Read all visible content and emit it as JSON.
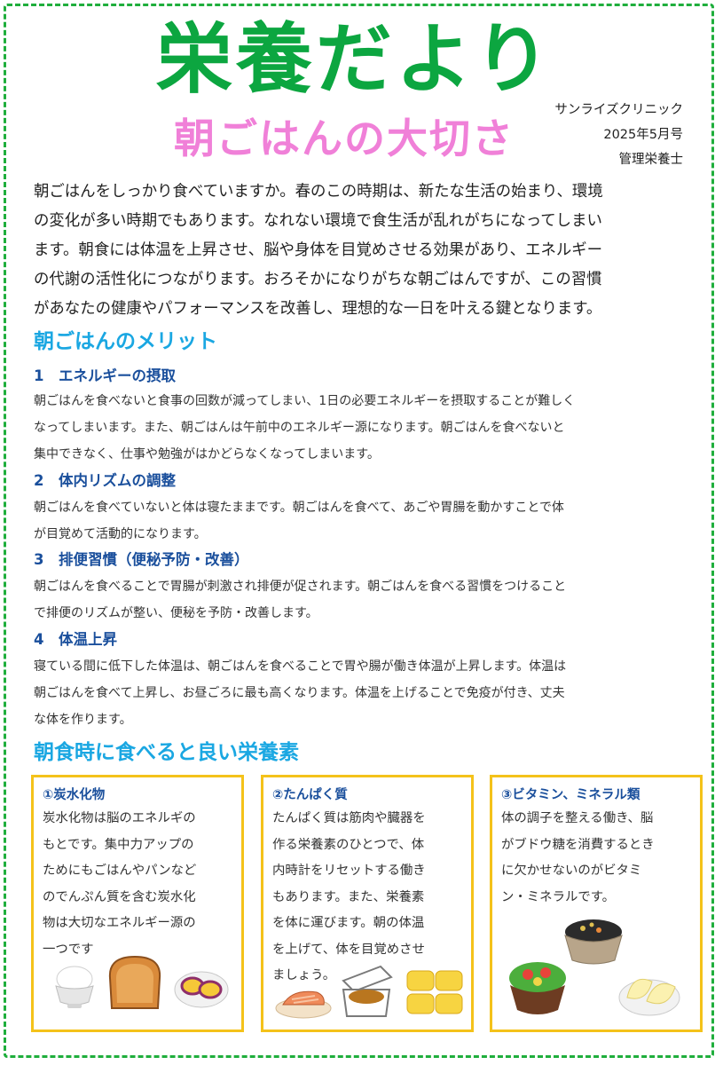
{
  "title": "栄養だより",
  "subtitle": "朝ごはんの大切さ",
  "meta": {
    "clinic": "サンライズクリニック",
    "issue": "2025年5月号",
    "author": "管理栄養士"
  },
  "intro_lines": [
    "朝ごはんをしっかり食べていますか。春のこの時期は、新たな生活の始まり、環境",
    "の変化が多い時期でもあります。なれない環境で食生活が乱れがちになってしまい",
    "ます。朝食には体温を上昇させ、脳や身体を目覚めさせる効果があり、エネルギー",
    "の代謝の活性化につながります。おろそかになりがちな朝ごはんですが、この習慣",
    "があなたの健康やパフォーマンスを改善し、理想的な一日を叶える鍵となります。"
  ],
  "merits": {
    "heading": "朝ごはんのメリット",
    "items": [
      {
        "num": "1",
        "title": "エネルギーの摂取",
        "lines": [
          "朝ごはんを食べないと食事の回数が減ってしまい、1日の必要エネルギーを摂取することが難しく",
          "なってしまいます。また、朝ごはんは午前中のエネルギー源になります。朝ごはんを食べないと",
          "集中できなく、仕事や勉強がはかどらなくなってしまいます。"
        ]
      },
      {
        "num": "2",
        "title": "体内リズムの調整",
        "lines": [
          "朝ごはんを食べていないと体は寝たままです。朝ごはんを食べて、あごや胃腸を動かすことで体",
          "が目覚めて活動的になります。"
        ]
      },
      {
        "num": "3",
        "title": "排便習慣（便秘予防・改善）",
        "lines": [
          "朝ごはんを食べることで胃腸が刺激され排便が促されます。朝ごはんを食べる習慣をつけること",
          "で排便のリズムが整い、便秘を予防・改善します。"
        ]
      },
      {
        "num": "4",
        "title": "体温上昇",
        "lines": [
          "寝ている間に低下した体温は、朝ごはんを食べることで胃や腸が働き体温が上昇します。体温は",
          "朝ごはんを食べて上昇し、お昼ごろに最も高くなります。体温を上げることで免疫が付き、丈夫",
          "な体を作ります。"
        ]
      }
    ]
  },
  "nutrients": {
    "heading": "朝食時に食べると良い栄養素",
    "boxes": [
      {
        "title": "①炭水化物",
        "lines": [
          "炭水化物は脳のエネルギの",
          "もとです。集中力アップの",
          "ためにもごはんやパンなど",
          "のでんぷん質を含む炭水化",
          "物は大切なエネルギー源の",
          "一つです"
        ],
        "icons": [
          "rice-bowl-icon",
          "toast-icon",
          "sweet-potato-icon"
        ]
      },
      {
        "title": "②たんぱく質",
        "lines": [
          "たんぱく質は筋肉や臓器を",
          "作る栄養素のひとつで、体",
          "内時計をリセットする働き",
          "もあります。また、栄養素",
          "を体に運びます。朝の体温",
          "を上げて、体を目覚めさせ",
          "ましょう。"
        ],
        "icons": [
          "grilled-salmon-icon",
          "natto-icon",
          "tamagoyaki-icon"
        ]
      },
      {
        "title": "③ビタミン、ミネラル類",
        "lines": [
          "体の調子を整える働き、脳",
          "がブドウ糖を消費するとき",
          "に欠かせないのがビタミ",
          "ン・ミネラルです。"
        ],
        "icons": [
          "hijiki-bowl-icon",
          "salad-bowl-icon",
          "apple-slices-icon"
        ]
      }
    ]
  },
  "colors": {
    "title": "#0ca640",
    "subtitle": "#f080d8",
    "heading": "#1aa7e2",
    "subheading": "#1a4f9c",
    "box_border": "#f4c21a",
    "frame": "#1fae3c"
  }
}
